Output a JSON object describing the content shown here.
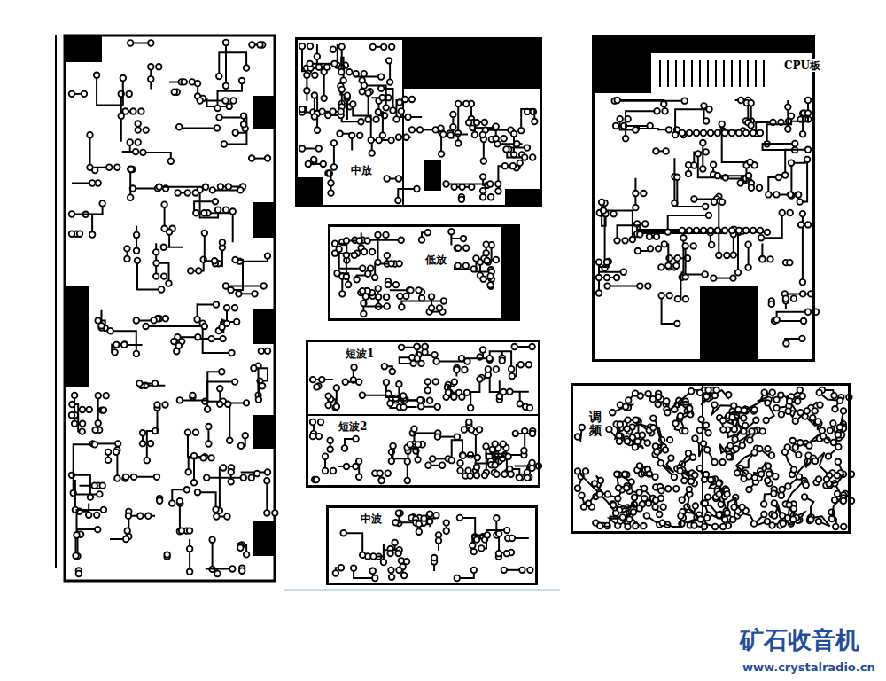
{
  "diagram": {
    "nodes": [
      {
        "text": [
          "中放"
        ]
      },
      {
        "text": [
          "低放"
        ]
      },
      {
        "text": [
          "短波1",
          "短波2"
        ]
      },
      {
        "text": [
          "中波"
        ]
      },
      {
        "text": [
          "CPU板"
        ]
      },
      {
        "text": [
          "调频"
        ]
      }
    ],
    "labels": [
      "矿石收音机",
      "www.crystalradio.cn"
    ]
  }
}
